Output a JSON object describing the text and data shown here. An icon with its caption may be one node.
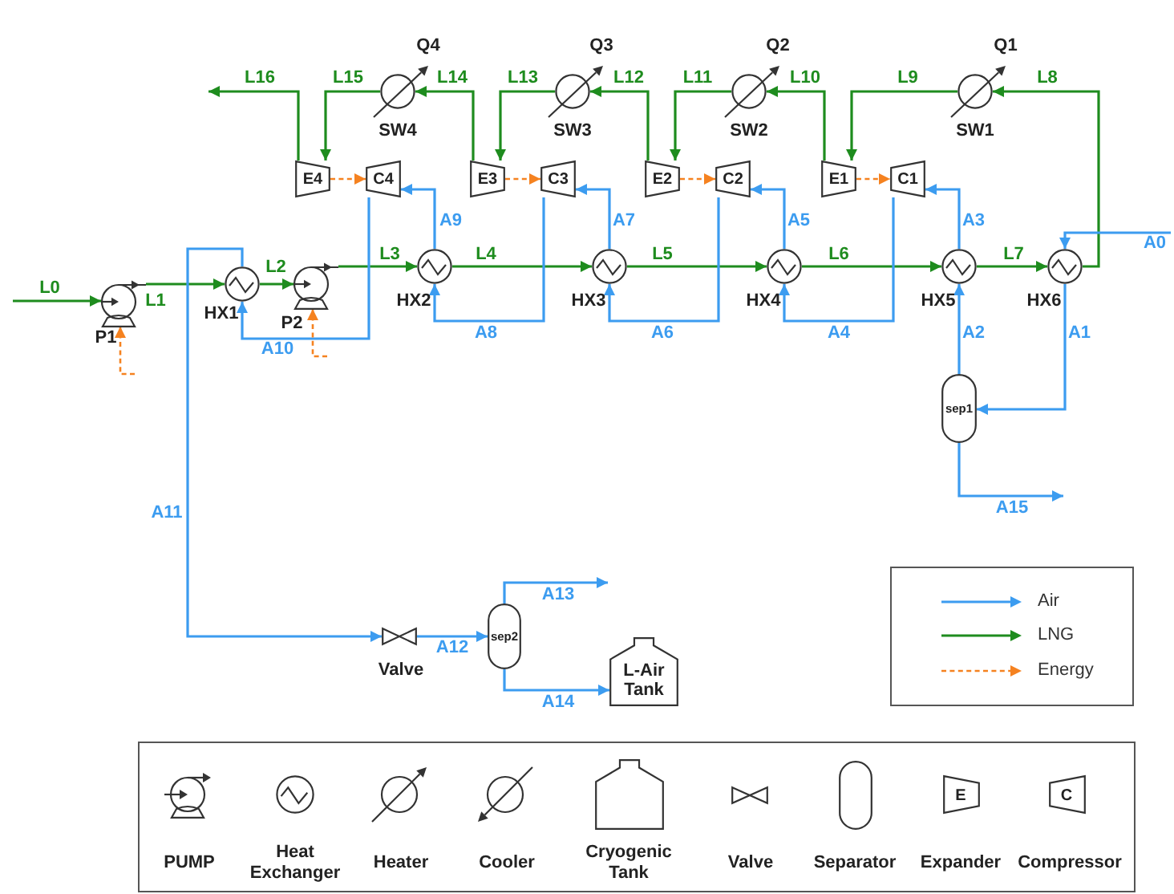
{
  "diagram": {
    "nodes": [
      {
        "text": [
          "SW4"
        ],
        "beside": [
          "Q4"
        ]
      },
      {
        "text": [
          "SW3"
        ],
        "beside": [
          "Q3"
        ]
      },
      {
        "text": [
          "SW2"
        ],
        "beside": [
          "Q2"
        ]
      },
      {
        "text": [
          "SW1"
        ],
        "beside": [
          "Q1"
        ]
      },
      {
        "text": [
          "E4"
        ]
      },
      {
        "text": [
          "C4"
        ]
      },
      {
        "text": [
          "E3"
        ]
      },
      {
        "text": [
          "C3"
        ]
      },
      {
        "text": [
          "E2"
        ]
      },
      {
        "text": [
          "C2"
        ]
      },
      {
        "text": [
          "E1"
        ]
      },
      {
        "text": [
          "C1"
        ]
      },
      {
        "text": [
          "P1"
        ]
      },
      {
        "text": [
          "HX1"
        ]
      },
      {
        "text": [
          "P2"
        ]
      },
      {
        "text": [
          "HX2"
        ]
      },
      {
        "text": [
          "HX3"
        ]
      },
      {
        "text": [
          "HX4"
        ]
      },
      {
        "text": [
          "HX5"
        ]
      },
      {
        "text": [
          "HX6"
        ]
      },
      {
        "text": [
          "sep1"
        ]
      },
      {
        "text": [
          "Valve"
        ]
      },
      {
        "text": [
          "sep2"
        ]
      },
      {
        "text": [
          "L-Air Tank"
        ]
      }
    ],
    "edges": [
      {
        "from": null,
        "to": 12,
        "arrow": "to",
        "label": "L0"
      },
      {
        "from": 12,
        "to": 13,
        "arrow": "to",
        "label": "L1"
      },
      {
        "from": 13,
        "to": 14,
        "arrow": "to",
        "label": "L2"
      },
      {
        "from": 14,
        "to": 15,
        "arrow": "to",
        "label": "L3"
      },
      {
        "from": 15,
        "to": 16,
        "arrow": "to",
        "label": "L4"
      },
      {
        "from": 16,
        "to": 17,
        "arrow": "to",
        "label": "L5"
      },
      {
        "from": 17,
        "to": 18,
        "arrow": "to",
        "label": "L6"
      },
      {
        "from": 18,
        "to": 19,
        "arrow": "to",
        "label": "L7"
      },
      {
        "from": 19,
        "to": 3,
        "arrow": "to",
        "label": "L8"
      },
      {
        "from": 3,
        "to": 10,
        "arrow": "to",
        "label": "L9"
      },
      {
        "from": 10,
        "to": 2,
        "arrow": "to",
        "label": "L10"
      },
      {
        "from": 2,
        "to": 8,
        "arrow": "to",
        "label": "L11"
      },
      {
        "from": 8,
        "to": 1,
        "arrow": "to",
        "label": "L12"
      },
      {
        "from": 1,
        "to": 6,
        "arrow": "to",
        "label": "L13"
      },
      {
        "from": 6,
        "to": 0,
        "arrow": "to",
        "label": "L14"
      },
      {
        "from": 0,
        "to": 4,
        "arrow": "to",
        "label": "L15"
      },
      {
        "from": 4,
        "to": null,
        "arrow": "to",
        "label": "L16"
      },
      {
        "from": null,
        "to": 19,
        "arrow": "to",
        "label": "A0",
        "color": "#3c9cf0"
      },
      {
        "from": 19,
        "to": 20,
        "arrow": "to",
        "label": "A1",
        "color": "#3c9cf0"
      },
      {
        "from": 20,
        "to": 18,
        "arrow": "to",
        "label": "A2",
        "color": "#3c9cf0"
      },
      {
        "from": 18,
        "to": 11,
        "arrow": "to",
        "label": "A3",
        "color": "#3c9cf0"
      },
      {
        "from": 11,
        "to": 17,
        "arrow": "to",
        "label": "A4",
        "color": "#3c9cf0"
      },
      {
        "from": 17,
        "to": 9,
        "arrow": "to",
        "label": "A5",
        "color": "#3c9cf0"
      },
      {
        "from": 9,
        "to": 16,
        "arrow": "to",
        "label": "A6",
        "color": "#3c9cf0"
      },
      {
        "from": 16,
        "to": 7,
        "arrow": "to",
        "label": "A7",
        "color": "#3c9cf0"
      },
      {
        "from": 7,
        "to": 15,
        "arrow": "to",
        "label": "A8",
        "color": "#3c9cf0"
      },
      {
        "from": 15,
        "to": 5,
        "arrow": "to",
        "label": "A9",
        "color": "#3c9cf0"
      },
      {
        "from": 5,
        "to": 13,
        "arrow": "to",
        "label": "A10",
        "color": "#3c9cf0"
      },
      {
        "from": 13,
        "to": 21,
        "arrow": "to",
        "label": "A11",
        "color": "#3c9cf0"
      },
      {
        "from": 21,
        "to": 22,
        "arrow": "to",
        "label": "A12",
        "color": "#3c9cf0"
      },
      {
        "from": 22,
        "to": null,
        "arrow": "to",
        "label": "A13",
        "color": "#3c9cf0"
      },
      {
        "from": 22,
        "to": 23,
        "arrow": "to",
        "label": "A14",
        "color": "#3c9cf0"
      },
      {
        "from": 20,
        "to": null,
        "arrow": "to",
        "label": "A15",
        "color": "#3c9cf0"
      },
      {
        "from": 10,
        "to": 11,
        "arrow": "to",
        "style": "dashed",
        "color": "#f58220"
      },
      {
        "from": 8,
        "to": 9,
        "arrow": "to",
        "style": "dashed",
        "color": "#f58220"
      },
      {
        "from": 6,
        "to": 7,
        "arrow": "to",
        "style": "dashed",
        "color": "#f58220"
      },
      {
        "from": 4,
        "to": 5,
        "arrow": "to",
        "style": "dashed",
        "color": "#f58220"
      },
      {
        "from": null,
        "to": 12,
        "arrow": "to",
        "style": "dashed",
        "color": "#f58220"
      },
      {
        "from": null,
        "to": 14,
        "arrow": "to",
        "style": "dashed",
        "color": "#f58220"
      }
    ],
    "labels": [
      "E",
      "C"
    ],
    "legend": [
      {
        "text": "Air"
      },
      {
        "text": "LNG"
      },
      {
        "text": "Energy"
      },
      {
        "text": "PUMP"
      },
      {
        "text": "Heat Exchanger"
      },
      {
        "text": "Heater"
      },
      {
        "text": "Cooler"
      },
      {
        "text": "Cryogenic Tank"
      },
      {
        "text": "Valve"
      },
      {
        "text": "Separator"
      },
      {
        "text": "Expander"
      },
      {
        "text": "Compressor"
      }
    ]
  }
}
